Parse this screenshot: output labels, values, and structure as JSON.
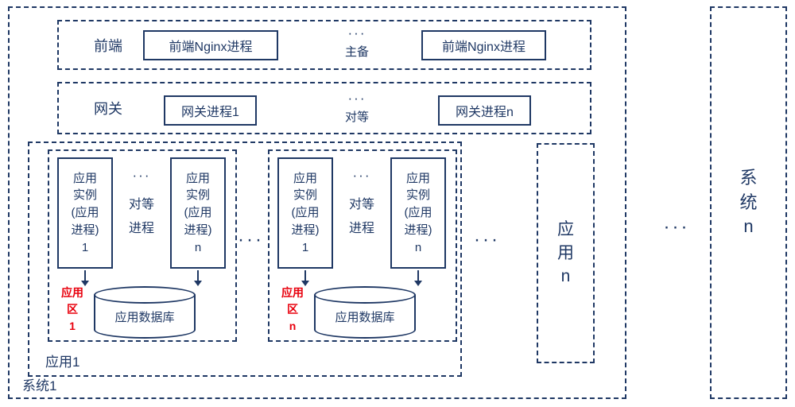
{
  "colors": {
    "line": "#1f3864",
    "red": "#e8000d",
    "background": "#ffffff"
  },
  "system1": {
    "label": "系统1",
    "frontend": {
      "label": "前端",
      "node_left": "前端Nginx进程",
      "dots": "···",
      "mode": "主备",
      "node_right": "前端Nginx进程"
    },
    "gateway": {
      "label": "网关",
      "node_left": "网关进程1",
      "dots": "···",
      "mode": "对等",
      "node_right": "网关进程n"
    },
    "app1": {
      "label": "应用1",
      "zones": [
        {
          "instance_left": "应用\n实例\n(应用\n进程)\n1",
          "dots": "···",
          "peer": "对等\n进程",
          "instance_right": "应用\n实例\n(应用\n进程)\nn",
          "zone_label": "应用\n区\n1",
          "database": "应用数据库"
        },
        {
          "instance_left": "应用\n实例\n(应用\n进程)\n1",
          "dots": "···",
          "peer": "对等\n进程",
          "instance_right": "应用\n实例\n(应用\n进程)\nn",
          "zone_label": "应用\n区\nn",
          "database": "应用数据库"
        }
      ],
      "zones_dots": "···"
    },
    "apps_dots": "···",
    "app_n_label": "应\n用\nn"
  },
  "systems_dots": "···",
  "system_n_label": "系\n统\nn"
}
